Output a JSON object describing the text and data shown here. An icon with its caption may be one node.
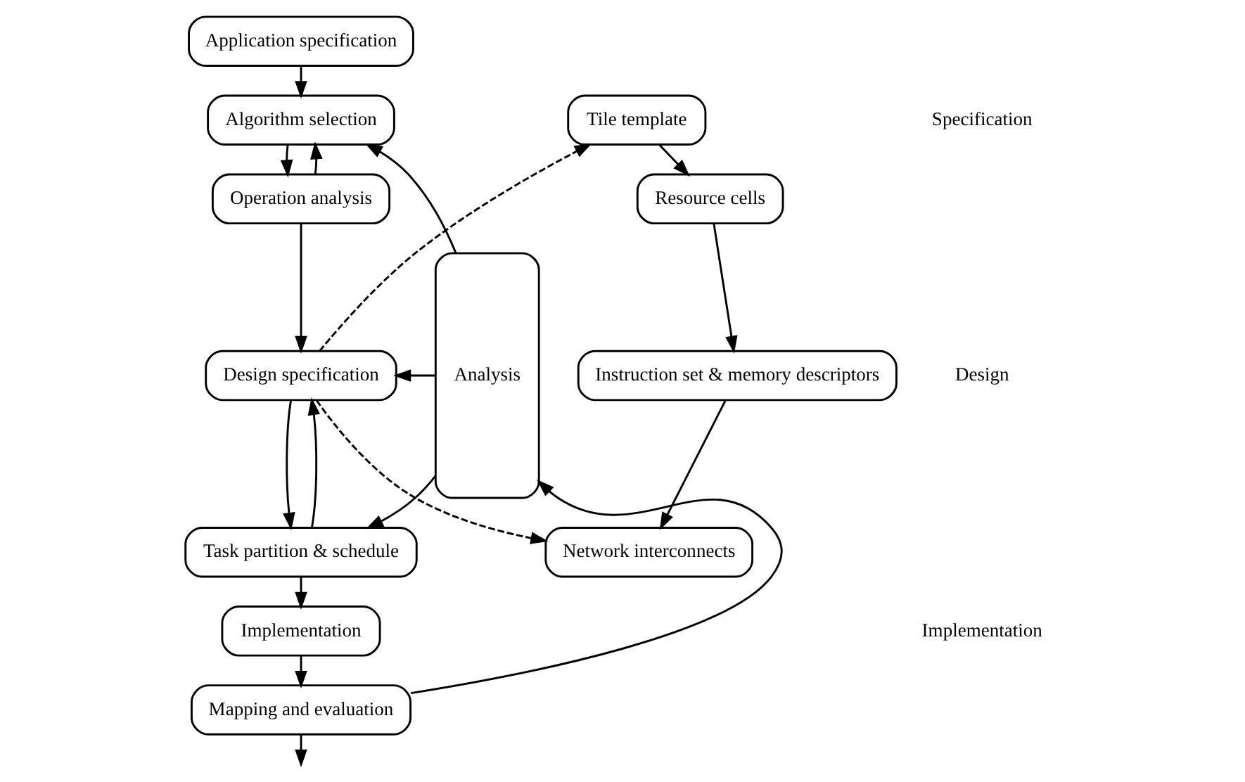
{
  "diagram": {
    "nodes": [
      {
        "text": [
          "Application specification"
        ]
      },
      {
        "text": [
          "Algorithm selection"
        ]
      },
      {
        "text": [
          "Operation analysis"
        ]
      },
      {
        "text": [
          "Design specification"
        ]
      },
      {
        "text": [
          "Task partition & schedule"
        ]
      },
      {
        "text": [
          "Implementation"
        ]
      },
      {
        "text": [
          "Mapping and evaluation"
        ]
      },
      {
        "text": [
          "Analysis"
        ]
      },
      {
        "text": [
          "Tile template"
        ]
      },
      {
        "text": [
          "Resource cells"
        ]
      },
      {
        "text": [
          "Instruction set & memory descriptors"
        ]
      },
      {
        "text": [
          "Network interconnects"
        ]
      }
    ],
    "edges": [
      {
        "from": 0,
        "to": 1,
        "arrow": "to"
      },
      {
        "from": 2,
        "to": 1,
        "arrow": "to"
      },
      {
        "from": 1,
        "to": 2,
        "arrow": "to"
      },
      {
        "from": 2,
        "to": 3,
        "arrow": "to"
      },
      {
        "from": 4,
        "to": 3,
        "arrow": "to"
      },
      {
        "from": 3,
        "to": 4,
        "arrow": "to"
      },
      {
        "from": 4,
        "to": 5,
        "arrow": "to"
      },
      {
        "from": 5,
        "to": 6,
        "arrow": "to"
      },
      {
        "from": 6,
        "to": null,
        "arrow": "to"
      },
      {
        "from": 6,
        "to": 7,
        "arrow": "to"
      },
      {
        "from": 7,
        "to": 1,
        "arrow": "to"
      },
      {
        "from": 7,
        "to": 3,
        "arrow": "to"
      },
      {
        "from": 7,
        "to": 4,
        "arrow": "to"
      },
      {
        "from": 3,
        "to": 8,
        "arrow": "to",
        "style": "dashed"
      },
      {
        "from": 3,
        "to": 11,
        "arrow": "to",
        "style": "dashed"
      },
      {
        "from": 8,
        "to": 9,
        "arrow": "to"
      },
      {
        "from": 9,
        "to": 10,
        "arrow": "to"
      },
      {
        "from": 10,
        "to": 11,
        "arrow": "to"
      }
    ],
    "labels": [
      "Specification",
      "Design",
      "Implementation"
    ]
  }
}
